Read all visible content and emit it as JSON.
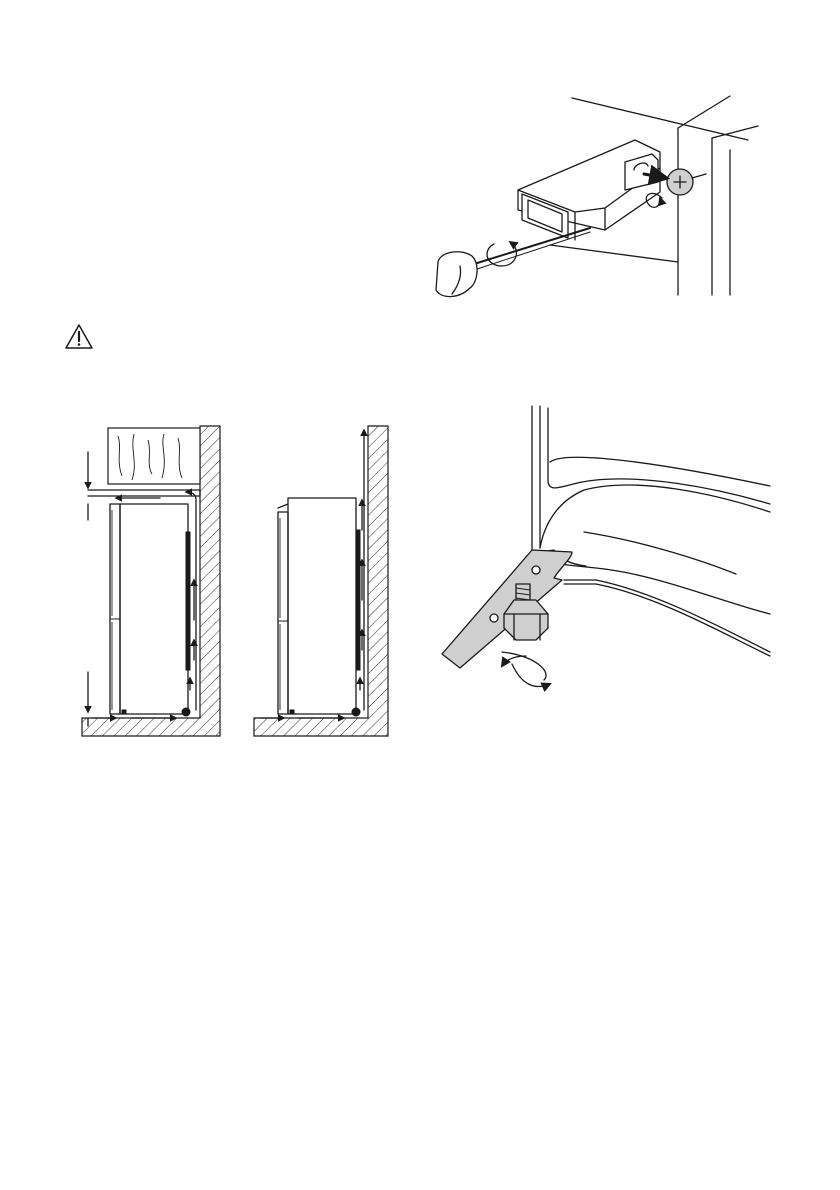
{
  "page": {
    "figures": [
      {
        "id": "handle-bracket",
        "icons": [
          "screwdriver-icon",
          "screw-icon",
          "rotate-arrow-icon"
        ]
      },
      {
        "id": "warning",
        "icons": [
          "warning-triangle-icon"
        ]
      },
      {
        "id": "ventilation-built-in",
        "icons": [
          "airflow-arrow-icon"
        ]
      },
      {
        "id": "ventilation-freestanding",
        "icons": [
          "airflow-arrow-icon"
        ]
      },
      {
        "id": "adjustable-foot",
        "icons": [
          "nut-icon",
          "rotate-arrow-icon"
        ]
      }
    ],
    "colors": {
      "line": "#1a1a1a",
      "fill_grey": "#cfcfcf",
      "background": "#ffffff"
    }
  }
}
